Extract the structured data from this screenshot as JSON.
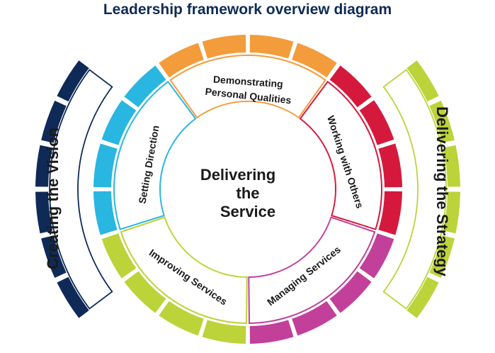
{
  "title": "Leadership framework overview diagram",
  "center": {
    "line1": "Delivering",
    "line2": "the",
    "line3": "Service"
  },
  "segments": [
    {
      "key": "demonstrating",
      "line1": "Demonstrating",
      "line2": "Personal Qualities",
      "color": "#f39c3b"
    },
    {
      "key": "working",
      "line1": "Working with Others",
      "color": "#d5193d"
    },
    {
      "key": "managing",
      "line1": "Managing Services",
      "color": "#c2409a"
    },
    {
      "key": "improving",
      "line1": "Improving Services",
      "color": "#bcd33a"
    },
    {
      "key": "setting",
      "line1": "Setting Direction",
      "color": "#29b6e0"
    }
  ],
  "left_band": {
    "label": "Creating the Vision",
    "color": "#0f2a57"
  },
  "right_band": {
    "label": "Delivering the Strategy",
    "color": "#bcd33a"
  }
}
